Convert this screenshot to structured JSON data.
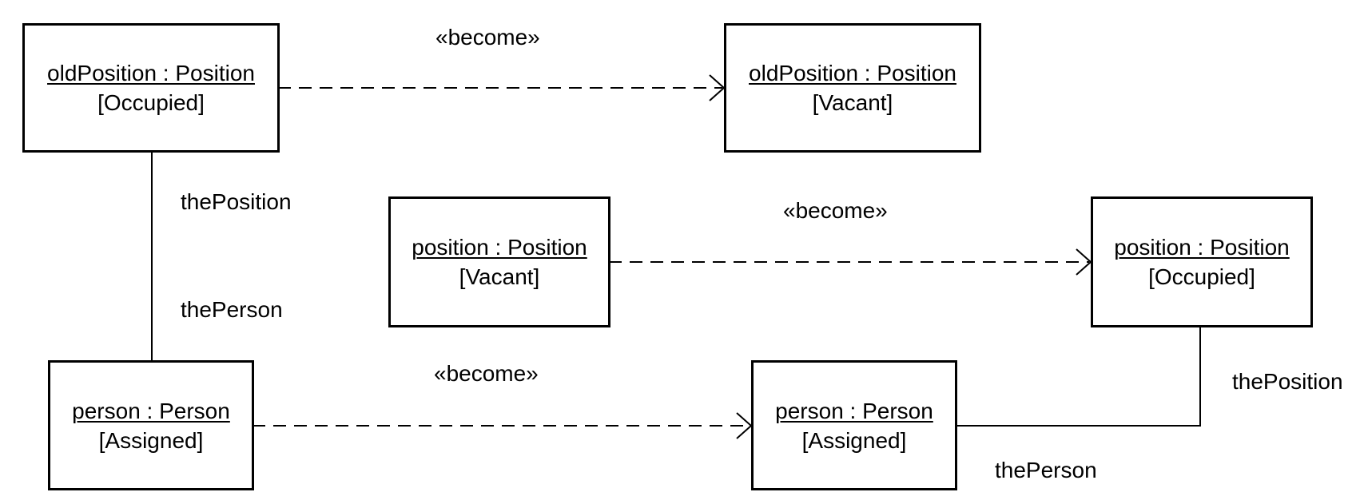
{
  "objects": {
    "old_before": {
      "name": "oldPosition : Position",
      "state": "[Occupied]"
    },
    "old_after": {
      "name": "oldPosition : Position",
      "state": "[Vacant]"
    },
    "pos_before": {
      "name": "position : Position",
      "state": "[Vacant]"
    },
    "pos_after": {
      "name": "position : Position",
      "state": "[Occupied]"
    },
    "person_before": {
      "name": "person : Person",
      "state": "[Assigned]"
    },
    "person_after": {
      "name": "person : Person",
      "state": "[Assigned]"
    }
  },
  "stereotypes": {
    "top": "«become»",
    "middle": "«become»",
    "bottom": "«become»"
  },
  "roles": {
    "left_position": "thePosition",
    "left_person": "thePerson",
    "right_position": "thePosition",
    "right_person": "thePerson"
  }
}
